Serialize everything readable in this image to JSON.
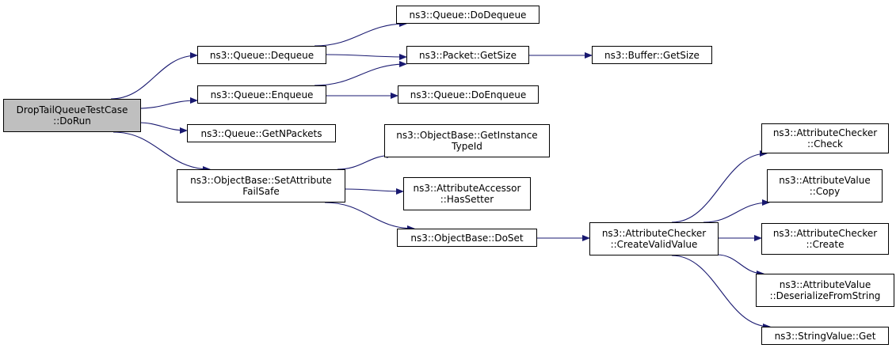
{
  "colors": {
    "edge": "#191970",
    "root_fill": "#bfbfbf",
    "node_fill": "#ffffff",
    "border": "#000000"
  },
  "nodes": [
    {
      "id": "root",
      "lines": [
        "DropTailQueueTestCase",
        "::DoRun"
      ],
      "root": true
    },
    {
      "id": "dequeue",
      "lines": [
        "ns3::Queue::Dequeue"
      ]
    },
    {
      "id": "enqueue",
      "lines": [
        "ns3::Queue::Enqueue"
      ]
    },
    {
      "id": "getnpackets",
      "lines": [
        "ns3::Queue::GetNPackets"
      ]
    },
    {
      "id": "setattrfs",
      "lines": [
        "ns3::ObjectBase::SetAttribute",
        "FailSafe"
      ]
    },
    {
      "id": "dodequeue",
      "lines": [
        "ns3::Queue::DoDequeue"
      ]
    },
    {
      "id": "packetgetsize",
      "lines": [
        "ns3::Packet::GetSize"
      ]
    },
    {
      "id": "doenqueue",
      "lines": [
        "ns3::Queue::DoEnqueue"
      ]
    },
    {
      "id": "getinstancetypeid",
      "lines": [
        "ns3::ObjectBase::GetInstance",
        "TypeId"
      ]
    },
    {
      "id": "hassetter",
      "lines": [
        "ns3::AttributeAccessor",
        "::HasSetter"
      ]
    },
    {
      "id": "doset",
      "lines": [
        "ns3::ObjectBase::DoSet"
      ]
    },
    {
      "id": "buffergetsize",
      "lines": [
        "ns3::Buffer::GetSize"
      ]
    },
    {
      "id": "createvalidvalue",
      "lines": [
        "ns3::AttributeChecker",
        "::CreateValidValue"
      ]
    },
    {
      "id": "check",
      "lines": [
        "ns3::AttributeChecker",
        "::Check"
      ]
    },
    {
      "id": "copy",
      "lines": [
        "ns3::AttributeValue",
        "::Copy"
      ]
    },
    {
      "id": "create",
      "lines": [
        "ns3::AttributeChecker",
        "::Create"
      ]
    },
    {
      "id": "deserialize",
      "lines": [
        "ns3::AttributeValue",
        "::DeserializeFromString"
      ]
    },
    {
      "id": "stringget",
      "lines": [
        "ns3::StringValue::Get"
      ]
    }
  ],
  "edges": [
    [
      "root",
      "dequeue"
    ],
    [
      "root",
      "enqueue"
    ],
    [
      "root",
      "getnpackets"
    ],
    [
      "root",
      "setattrfs"
    ],
    [
      "dequeue",
      "dodequeue"
    ],
    [
      "dequeue",
      "packetgetsize"
    ],
    [
      "enqueue",
      "packetgetsize"
    ],
    [
      "enqueue",
      "doenqueue"
    ],
    [
      "packetgetsize",
      "buffergetsize"
    ],
    [
      "setattrfs",
      "getinstancetypeid"
    ],
    [
      "setattrfs",
      "hassetter"
    ],
    [
      "setattrfs",
      "doset"
    ],
    [
      "doset",
      "createvalidvalue"
    ],
    [
      "createvalidvalue",
      "check"
    ],
    [
      "createvalidvalue",
      "copy"
    ],
    [
      "createvalidvalue",
      "create"
    ],
    [
      "createvalidvalue",
      "deserialize"
    ],
    [
      "createvalidvalue",
      "stringget"
    ]
  ]
}
